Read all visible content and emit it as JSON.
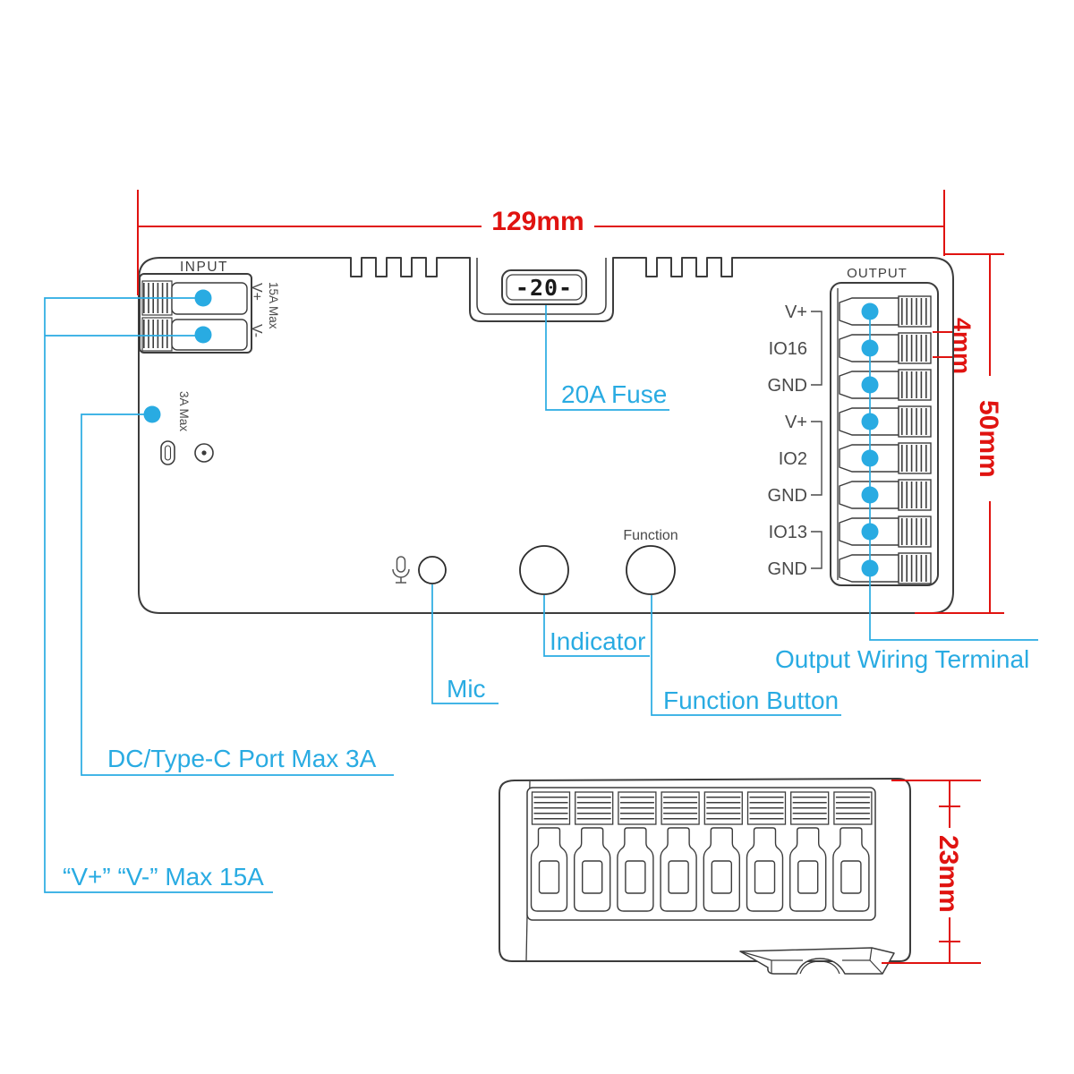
{
  "colors": {
    "accent_cyan": "#29abe2",
    "dimension_red": "#e01310",
    "outline_dark": "#3c3c3c",
    "label_gray": "#4a4a4a"
  },
  "dimensions": {
    "width": "129mm",
    "terminal_pitch": "4mm",
    "height": "50mm",
    "depth": "23mm"
  },
  "main_view": {
    "input_label": "INPUT",
    "output_label": "OUTPUT",
    "function_label": "Function",
    "fuse_display_value": "-20-",
    "input_markings": {
      "v_plus": "V+",
      "v_minus": "V-",
      "max_current": "15A Max",
      "dc_max_current": "3A Max"
    },
    "output_pins": [
      "V+",
      "IO16",
      "GND",
      "V+",
      "IO2",
      "GND",
      "IO13",
      "GND"
    ]
  },
  "callouts": {
    "fuse": "20A Fuse",
    "mic": "Mic",
    "indicator": "Indicator",
    "function_button": "Function Button",
    "output_terminal": "Output Wiring Terminal",
    "dc_port": "DC/Type-C Port Max 3A",
    "input_power": "“V+” “V-” Max 15A"
  }
}
